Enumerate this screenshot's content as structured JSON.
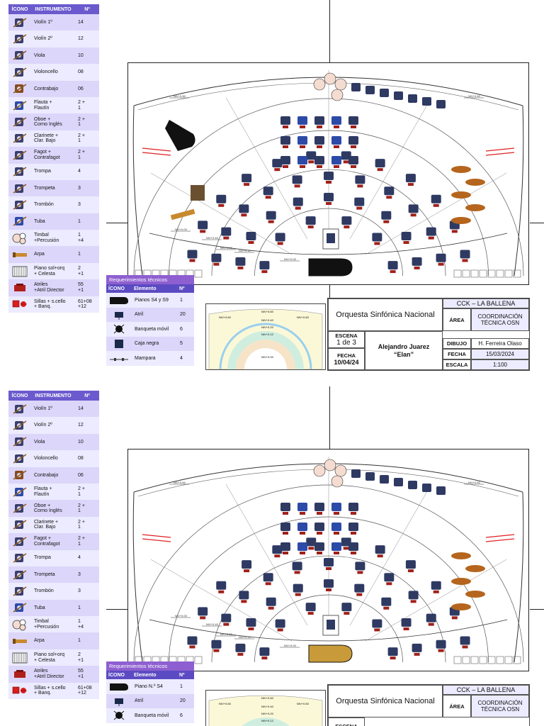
{
  "legend": {
    "headers": [
      "ÍCONO",
      "INSTRUMENTO",
      "Nº"
    ],
    "rows": [
      {
        "name": "Violín 1º",
        "count": "14",
        "icon": "violin-icon",
        "color": "#3a3f6b"
      },
      {
        "name": "Violín 2º",
        "count": "12",
        "icon": "violin-icon",
        "color": "#3a3f6b"
      },
      {
        "name": "Viola",
        "count": "10",
        "icon": "viola-icon",
        "color": "#3a3f6b"
      },
      {
        "name": "Violoncello",
        "count": "08",
        "icon": "cello-icon",
        "color": "#3a3f6b"
      },
      {
        "name": "Contrabajo",
        "count": "06",
        "icon": "double-bass-icon",
        "color": "#8a4a1c"
      },
      {
        "name": "Flauta +\nFlautín",
        "count": "2 +\n1",
        "icon": "flute-icon",
        "color": "#2c4aa8"
      },
      {
        "name": "Oboe +\nCorno Inglés",
        "count": "2 +\n1",
        "icon": "oboe-icon",
        "color": "#3a3f6b"
      },
      {
        "name": "Clarinete +\nClar. Bajo",
        "count": "2 +\n1",
        "icon": "clarinet-icon",
        "color": "#3a3f6b"
      },
      {
        "name": "Fagot +\nContrafagot",
        "count": "2 +\n1",
        "icon": "bassoon-icon",
        "color": "#3a3f6b"
      },
      {
        "name": "Trompa",
        "count": "4",
        "icon": "horn-icon",
        "color": "#3a3f6b"
      },
      {
        "name": "Trompeta",
        "count": "3",
        "icon": "trumpet-icon",
        "color": "#3a3f6b"
      },
      {
        "name": "Trombón",
        "count": "3",
        "icon": "trombone-icon",
        "color": "#3a3f6b"
      },
      {
        "name": "Tuba",
        "count": "1",
        "icon": "tuba-icon",
        "color": "#2c4aa8"
      },
      {
        "name": "Timbal\n+Percusión",
        "count": "1\n+4",
        "icon": "timpani-icon",
        "color": "#e8c8b8"
      },
      {
        "name": "Arpa",
        "count": "1",
        "icon": "harp-icon",
        "color": "#c9892f"
      },
      {
        "name": "Piano sol+orq\n+ Celesta",
        "count": "2\n+1",
        "icon": "piano-keys-icon",
        "color": "#999999"
      },
      {
        "name": "Atriles\n+Atril Director",
        "count": "55\n+1",
        "icon": "music-stand-icon",
        "color": "#b0201a"
      },
      {
        "name": "Sillas + s.cello\n+ Banq.",
        "count": "61+08\n+12",
        "icon": "chair-icon",
        "color": "#d81e1e"
      }
    ]
  },
  "tech": {
    "title": "Requerimientos técnicos",
    "headers": [
      "ÍCONO",
      "Elemento",
      "Nº"
    ],
    "rows_sheet1": [
      {
        "name": "Pianos S4 y S9",
        "count": "1"
      },
      {
        "name": "Atril",
        "count": "20"
      },
      {
        "name": "Banqueta móvil",
        "count": "6"
      },
      {
        "name": "Caja negra",
        "count": "5"
      },
      {
        "name": "Mampara",
        "count": "4"
      }
    ],
    "rows_sheet2": [
      {
        "name": "Piano N.º S4",
        "count": "1"
      },
      {
        "name": "Atril",
        "count": "20"
      },
      {
        "name": "Banqueta móvil",
        "count": "6"
      }
    ]
  },
  "titleblock": {
    "venue": "CCK – LA BALLENA",
    "orchestra": "Orquesta Sinfónica Nacional",
    "area_label": "ÁREA",
    "area_value": "COORDINACIÓN\nTÉCNICA OSN",
    "escena_label": "ESCENA",
    "escena_value": "1 de 3",
    "author": "Alejandro Juarez\n“Elan”",
    "dibujo_label": "DIBUJO",
    "dibujo_value": "H. Ferreira Olaso",
    "fecha_label": "FECHA",
    "fecha_left": "10/04/24",
    "fecha_right": "15/03/2024",
    "escala_label": "ESCALA",
    "escala_value": "1:100"
  },
  "levels": {
    "l1": "NIV+0.60",
    "l2": "NIV+0.40",
    "l3": "NIV+0.20",
    "l4": "NIV+0.00",
    "l5": "NIV+0.12"
  },
  "colors": {
    "header": "#6a5acd",
    "row_dark": "#dcd6fa",
    "row_light": "#ecebff",
    "musician": "#2f3a63",
    "stand": "#a0201a",
    "cello": "#b5651d",
    "arrow": "#e02020"
  }
}
